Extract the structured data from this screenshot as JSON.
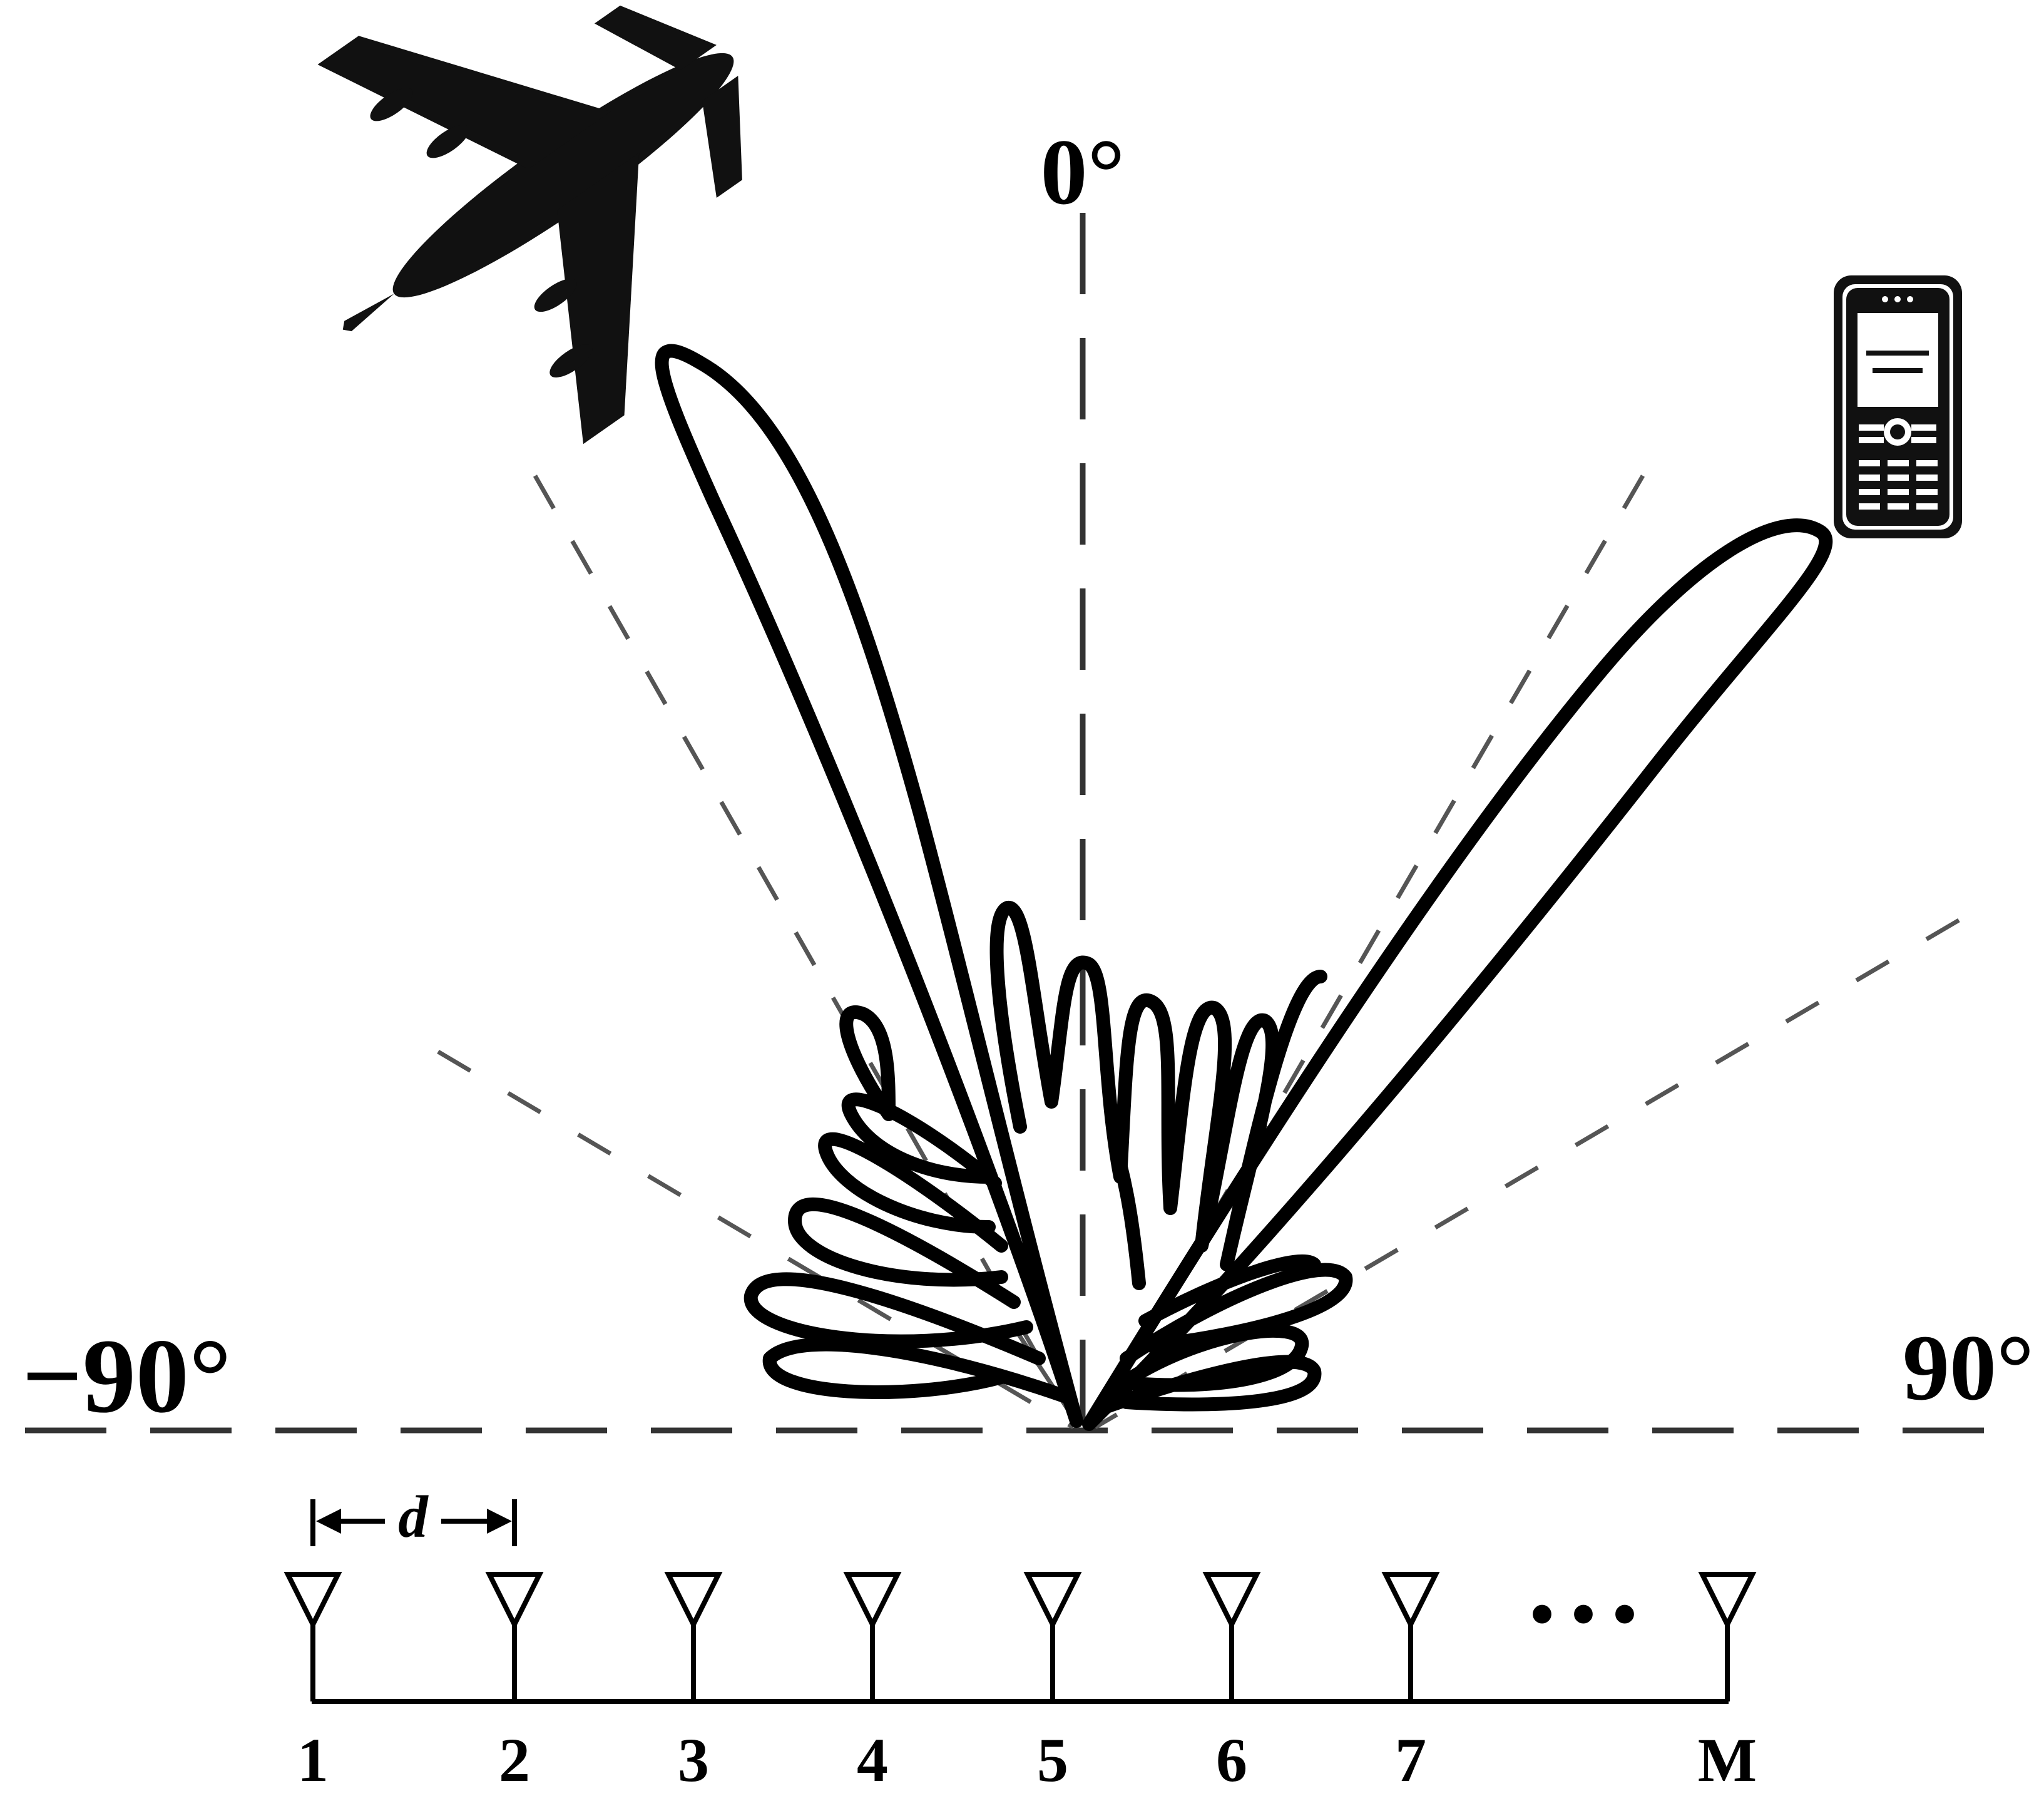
{
  "angles": {
    "top": "0°",
    "left": "−90°",
    "right": "90°"
  },
  "spacing_label": "d",
  "antennas": [
    "1",
    "2",
    "3",
    "4",
    "5",
    "6",
    "7",
    "M"
  ],
  "ellipsis": "• • •",
  "icons": {
    "aircraft": "airplane-icon",
    "handset": "mobile-phone-icon"
  }
}
